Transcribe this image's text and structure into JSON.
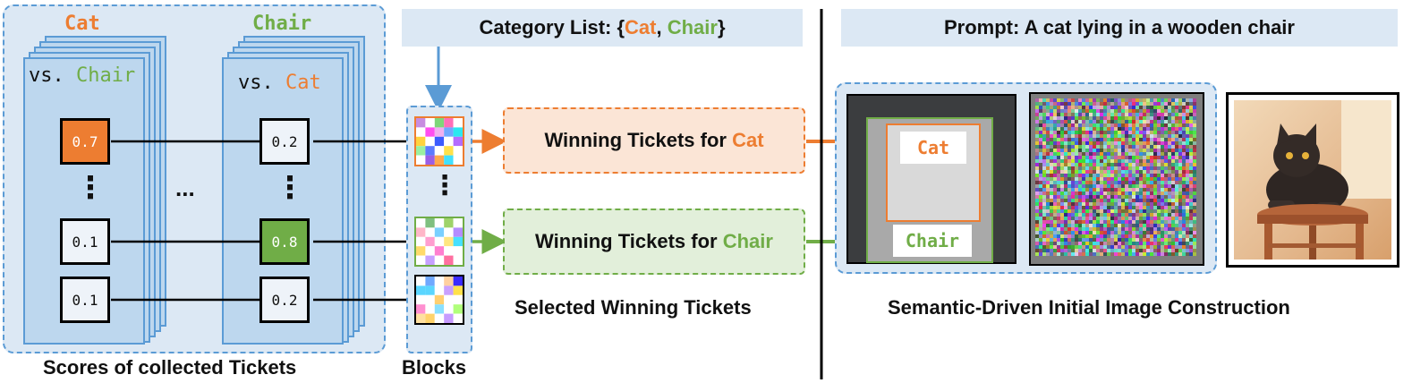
{
  "left": {
    "caption": "Scores of collected Tickets",
    "stacks": [
      {
        "title": "Cat",
        "vs_prefix": "vs.",
        "vs_label": "Chair",
        "scores": {
          "top": "0.7",
          "middle": "0.1",
          "bottom": "0.1"
        }
      },
      {
        "title": "Chair",
        "vs_prefix": "vs.",
        "vs_label": "Cat",
        "scores": {
          "top": "0.2",
          "middle": "0.8",
          "bottom": "0.2"
        }
      }
    ],
    "between_ellipsis": "...",
    "vertical_ellipsis": "⋮"
  },
  "blocks": {
    "caption": "Blocks",
    "vertical_ellipsis": "⋮"
  },
  "category_list": {
    "prefix": "Category List: {",
    "cat": "Cat",
    "sep": ", ",
    "chair": "Chair",
    "suffix": "}"
  },
  "selected": {
    "caption": "Selected Winning Tickets",
    "cat_prefix": "Winning Tickets for ",
    "cat_label": "Cat",
    "chair_prefix": "Winning Tickets for ",
    "chair_label": "Chair"
  },
  "prompt": {
    "text": "Prompt: A cat lying in a wooden chair"
  },
  "construction": {
    "caption": "Semantic-Driven Initial Image Construction",
    "layout_cat_label": "Cat",
    "layout_chair_label": "Chair"
  },
  "colors": {
    "cat": "#ed7d31",
    "chair": "#70ad47",
    "blue": "#5b9bd5",
    "panel": "#dce8f4"
  }
}
